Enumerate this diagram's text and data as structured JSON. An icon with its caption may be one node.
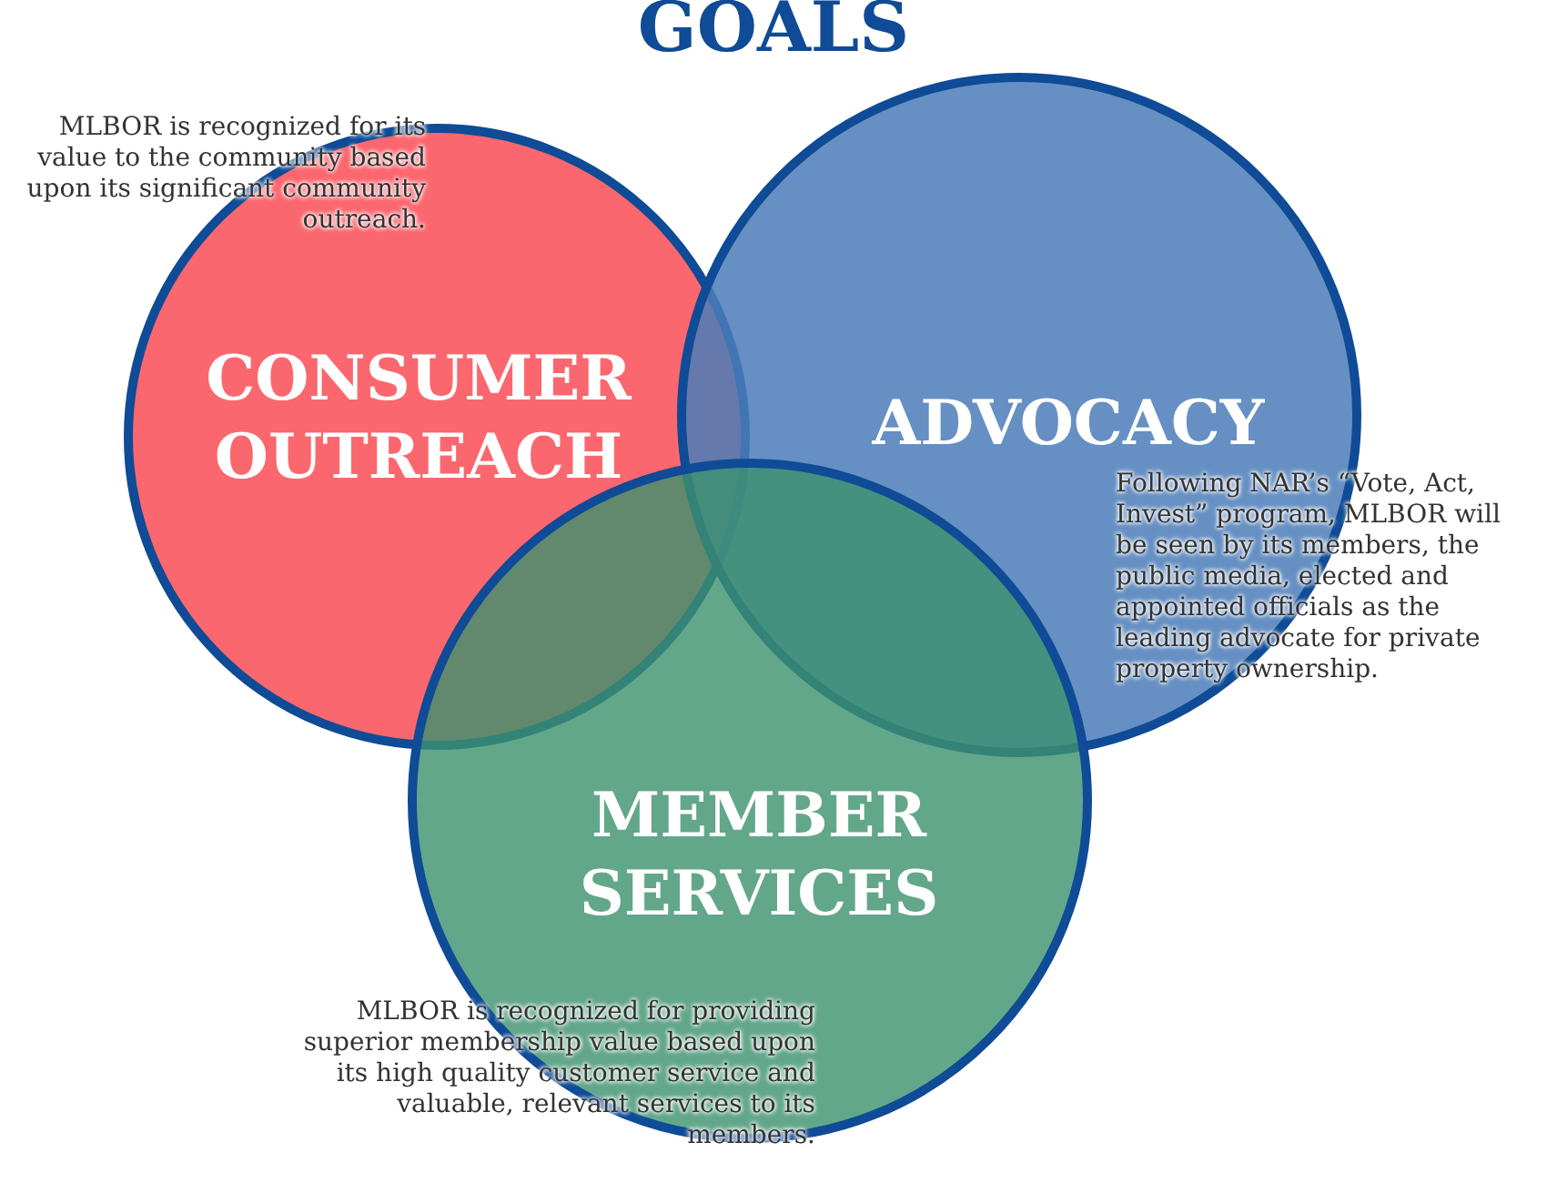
{
  "diagram": {
    "title": "GOALS",
    "nodes": [
      {
        "text": [
          "MLBOR is recognized for its value to the community based upon its significant community outreach.",
          "CONSUMER OUTREACH"
        ]
      },
      {
        "text": [
          "ADVOCACY",
          "Following NAR’s “Vote, Act, Invest” program, MLBOR will be seen by its members, the public media, elected and appointed officials as the leading advocate for private property ownership."
        ]
      },
      {
        "text": [
          "MEMBER SERVICES",
          "MLBOR is recognized for providing superior membership value based upon its high quality customer service and valuable, relevant services to its members."
        ]
      }
    ]
  }
}
